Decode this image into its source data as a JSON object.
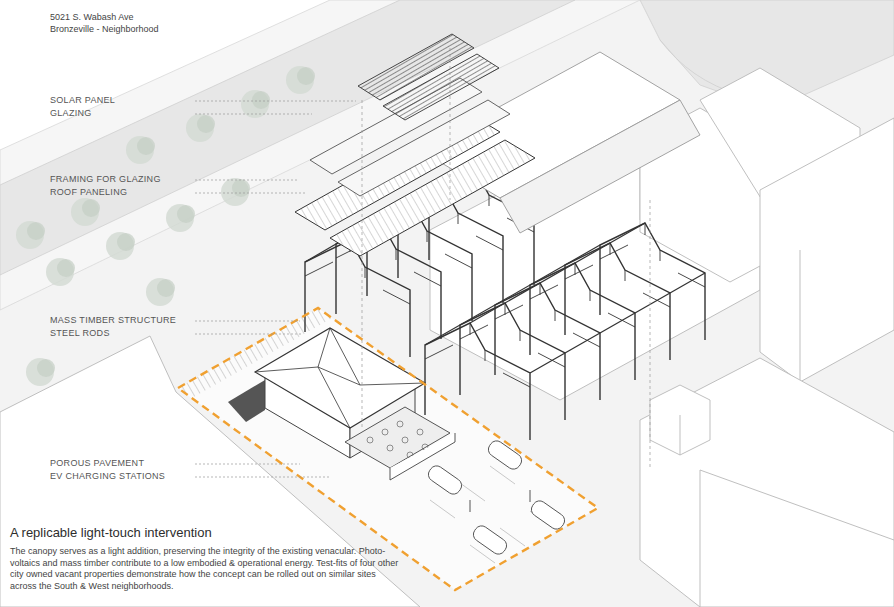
{
  "diagram": {
    "title": "A replicable light-touch intervention",
    "caption": "The canopy serves as a light addition, preserving the integrity of the existing venacular. Photo-voltaics and mass timber contribute to a low embodied & operational energy. Test-fits of four other city owned vacant properties demonstrate how the concept can be rolled out on similar sites across the South & West neighborhoods.",
    "labels": [
      "5021 S. Wabash Ave",
      "Bronzeville - Neighborhood",
      "SOLAR PANEL",
      "GLAZING",
      "FRAMING FOR GLAZING",
      "ROOF PANELING",
      "MASS TIMBER STRUCTURE",
      "STEEL RODS",
      "POROUS PAVEMENT",
      "EV CHARGING STATIONS"
    ]
  }
}
